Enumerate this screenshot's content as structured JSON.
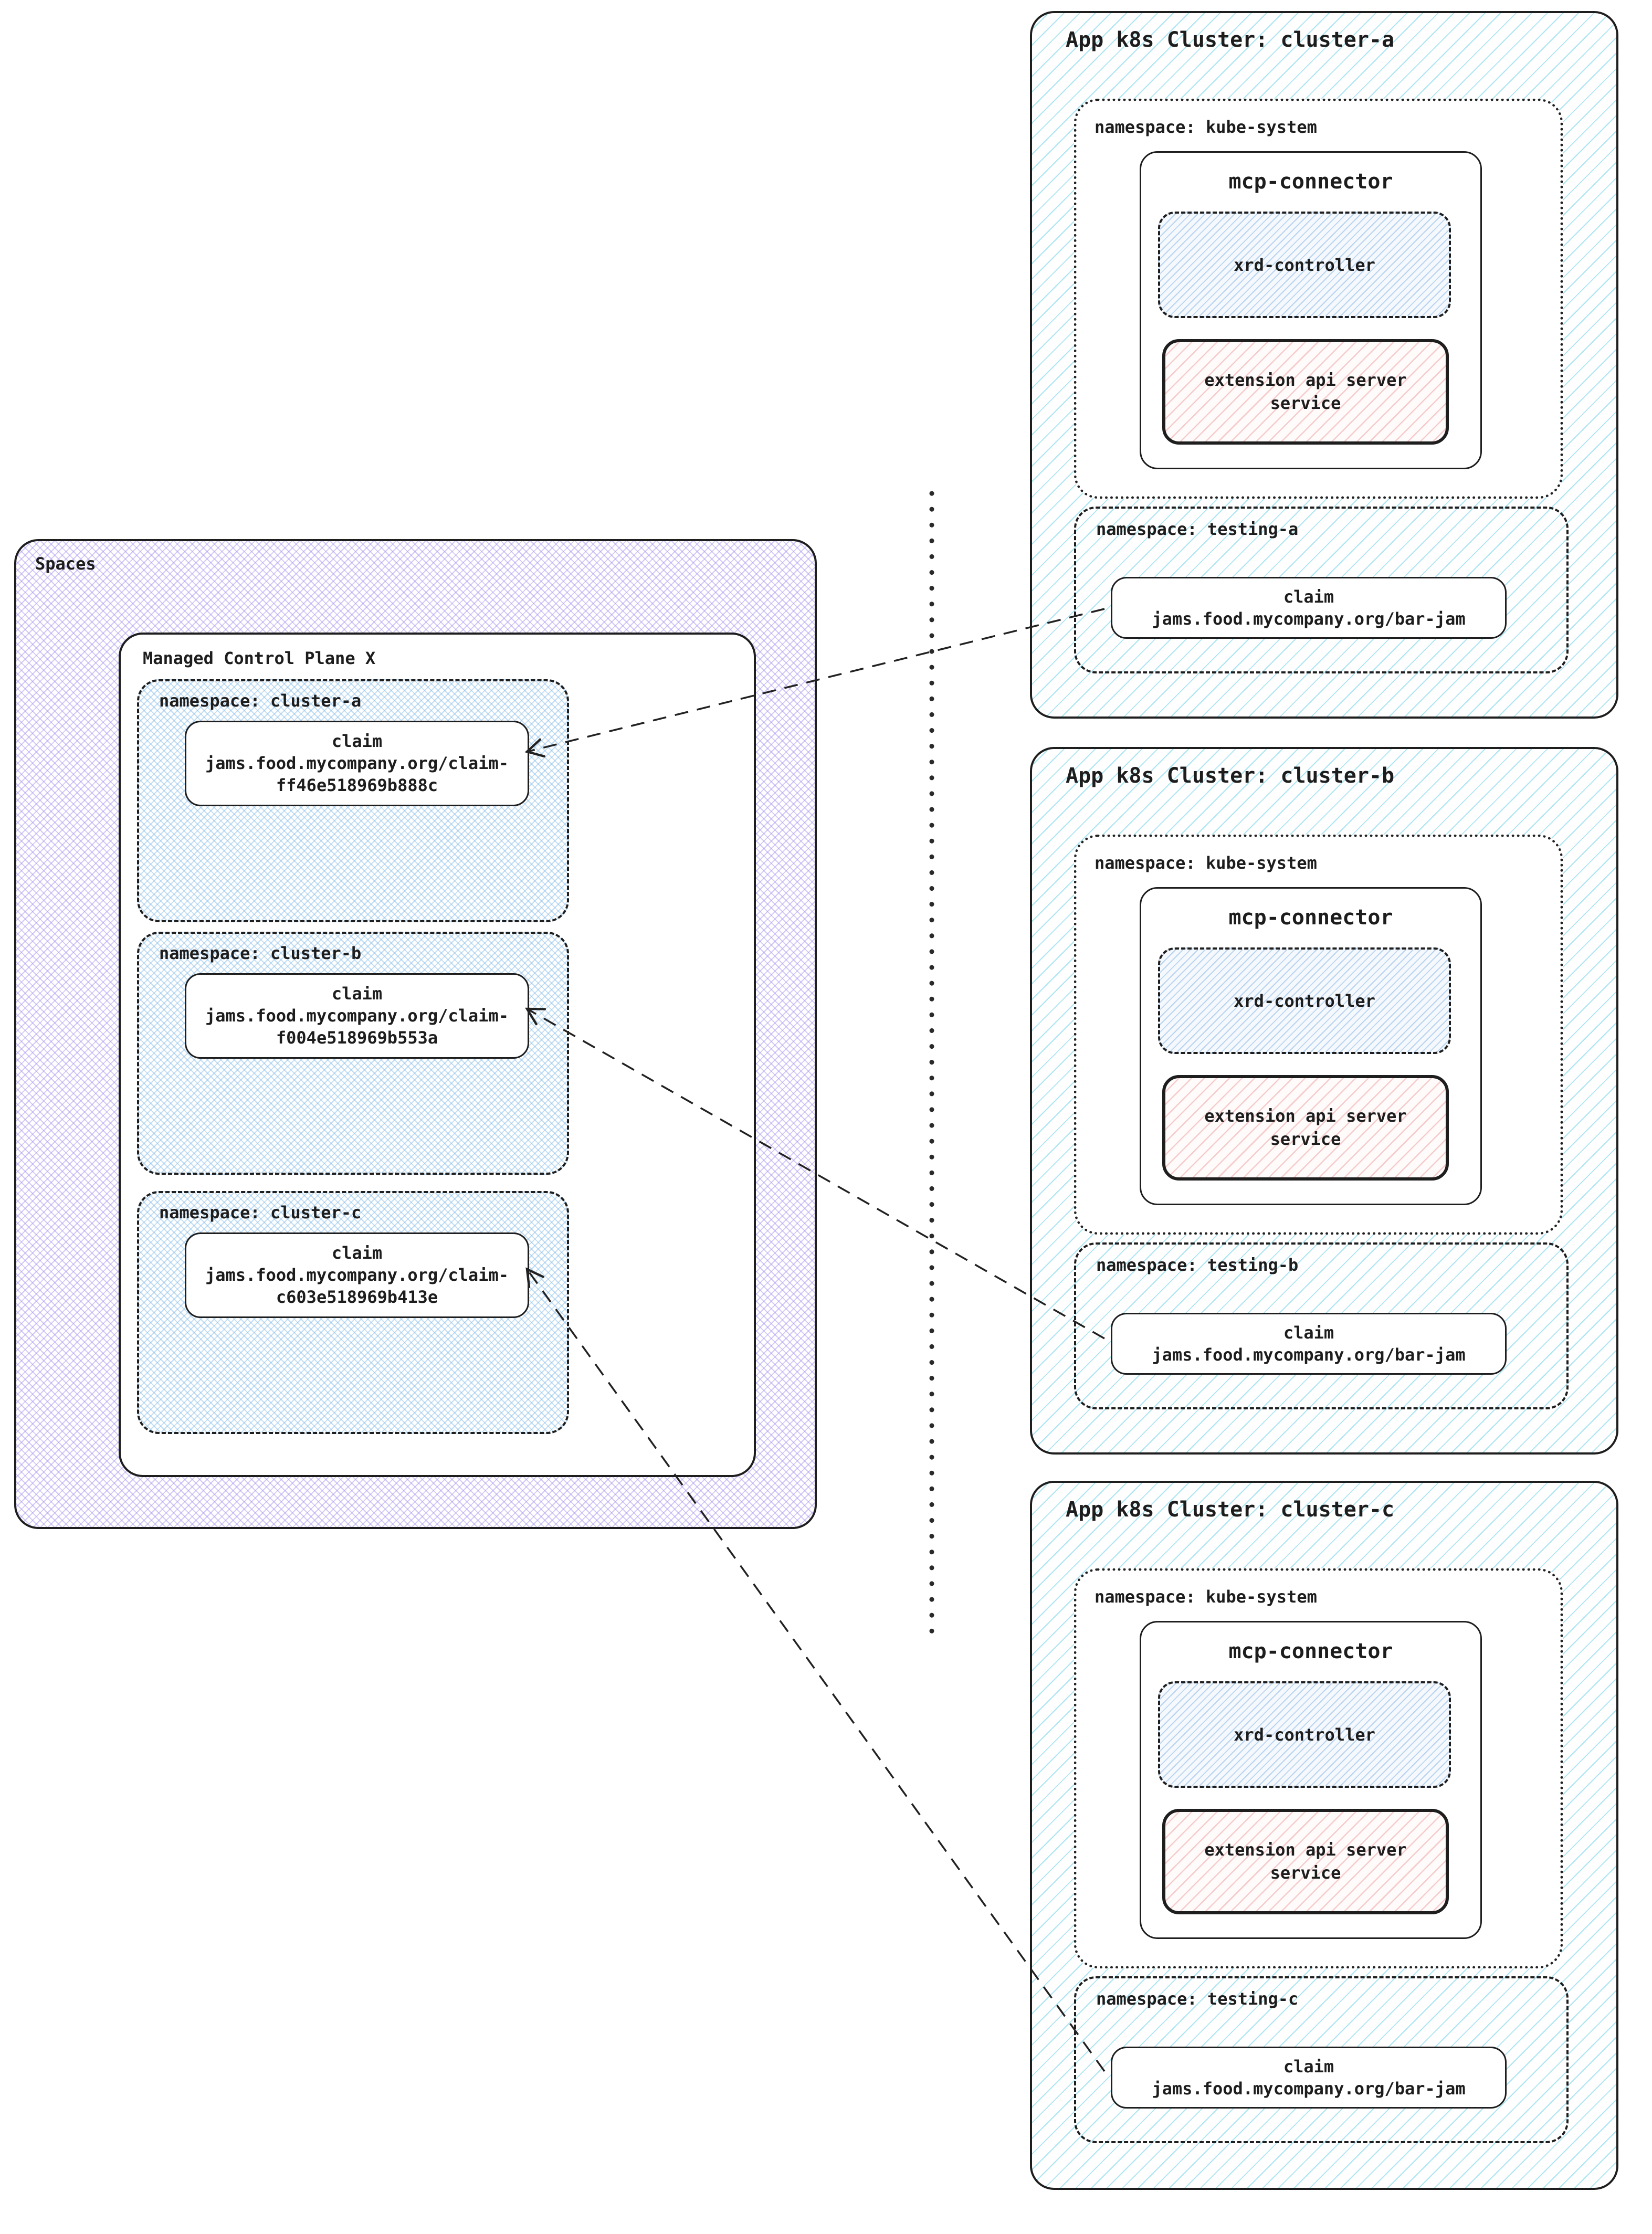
{
  "spaces": {
    "label": "Spaces",
    "control_plane": {
      "title": "Managed Control Plane X",
      "namespaces": [
        {
          "label": "namespace: cluster-a",
          "claim": {
            "kind": "claim",
            "name_line1": "jams.food.mycompany.org/claim-",
            "name_line2": "ff46e518969b888c"
          }
        },
        {
          "label": "namespace: cluster-b",
          "claim": {
            "kind": "claim",
            "name_line1": "jams.food.mycompany.org/claim-",
            "name_line2": "f004e518969b553a"
          }
        },
        {
          "label": "namespace: cluster-c",
          "claim": {
            "kind": "claim",
            "name_line1": "jams.food.mycompany.org/claim-",
            "name_line2": "c603e518969b413e"
          }
        }
      ]
    }
  },
  "clusters": [
    {
      "title": "App k8s Cluster: cluster-a",
      "kube_system": {
        "label": "namespace: kube-system",
        "connector": {
          "title": "mcp-connector",
          "xrd_controller": "xrd-controller",
          "extension_service": "extension api server service"
        }
      },
      "testing": {
        "label": "namespace: testing-a",
        "claim": {
          "kind": "claim",
          "name": "jams.food.mycompany.org/bar-jam"
        }
      }
    },
    {
      "title": "App k8s Cluster: cluster-b",
      "kube_system": {
        "label": "namespace: kube-system",
        "connector": {
          "title": "mcp-connector",
          "xrd_controller": "xrd-controller",
          "extension_service": "extension api server service"
        }
      },
      "testing": {
        "label": "namespace: testing-b",
        "claim": {
          "kind": "claim",
          "name": "jams.food.mycompany.org/bar-jam"
        }
      }
    },
    {
      "title": "App k8s Cluster: cluster-c",
      "kube_system": {
        "label": "namespace: kube-system",
        "connector": {
          "title": "mcp-connector",
          "xrd_controller": "xrd-controller",
          "extension_service": "extension api server service"
        }
      },
      "testing": {
        "label": "namespace: testing-c",
        "claim": {
          "kind": "claim",
          "name": "jams.food.mycompany.org/bar-jam"
        }
      }
    }
  ],
  "colors": {
    "border": "#1e1e1e",
    "spaces_hatch": "#a48fee",
    "left_namespace_hatch": "#81b9e9",
    "cluster_hatch": "#79d5e9",
    "xrd_hatch": "#89b5e5",
    "extension_hatch": "#eea3a3",
    "text": "#1d1d1d"
  }
}
